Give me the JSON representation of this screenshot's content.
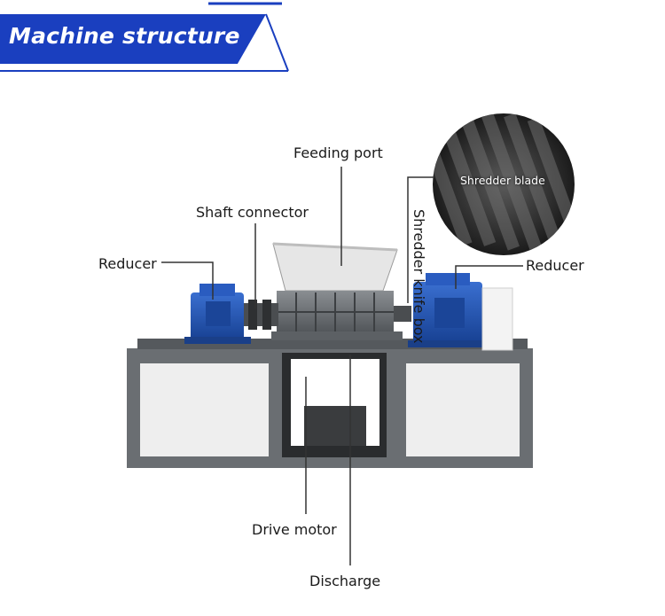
{
  "header": {
    "title": "Machine structure",
    "banner_color": "#1a3fbf"
  },
  "callouts": {
    "feeding_port": "Feeding port",
    "shaft_connector": "Shaft connector",
    "reducer_left": "Reducer",
    "reducer_right": "Reducer",
    "shredder_knife_box": "Shredder knife box",
    "shredder_blade": "Shredder blade",
    "drive_motor": "Drive motor",
    "discharge": "Discharge"
  },
  "colors": {
    "machine_blue": "#1f4fa8",
    "frame_gray": "#6a6e72",
    "panel_white": "#eeeeee"
  }
}
